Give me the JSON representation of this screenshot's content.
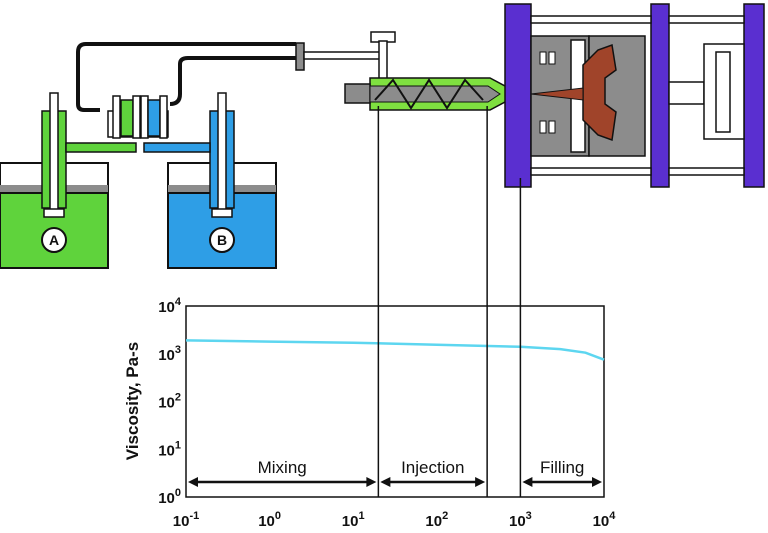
{
  "labels": {
    "tank_a": "A",
    "tank_b": "B",
    "y_axis": "Viscosity, Pa-s",
    "stage_mixing": "Mixing",
    "stage_injection": "Injection",
    "stage_filling": "Filling"
  },
  "chart_data": {
    "type": "line",
    "x_scale": "log",
    "y_scale": "log",
    "xlim": [
      0.1,
      10000
    ],
    "ylim": [
      1,
      10000
    ],
    "x_ticks": [
      {
        "value": 0.1,
        "base": "10",
        "exp": "-1"
      },
      {
        "value": 1,
        "base": "10",
        "exp": "0"
      },
      {
        "value": 10,
        "base": "10",
        "exp": "1"
      },
      {
        "value": 100,
        "base": "10",
        "exp": "2"
      },
      {
        "value": 1000,
        "base": "10",
        "exp": "3"
      },
      {
        "value": 10000,
        "base": "10",
        "exp": "4"
      }
    ],
    "y_ticks": [
      {
        "value": 1,
        "base": "10",
        "exp": "0"
      },
      {
        "value": 10,
        "base": "10",
        "exp": "1"
      },
      {
        "value": 100,
        "base": "10",
        "exp": "2"
      },
      {
        "value": 1000,
        "base": "10",
        "exp": "3"
      },
      {
        "value": 10000,
        "base": "10",
        "exp": "4"
      }
    ],
    "ylabel": "Viscosity, Pa-s",
    "xlabel": "",
    "series": [
      {
        "color": "#5dd6f0",
        "x": [
          0.1,
          1,
          10,
          100,
          1000,
          3000,
          6000,
          10000
        ],
        "y": [
          1900,
          1800,
          1700,
          1550,
          1400,
          1250,
          1050,
          750
        ]
      }
    ],
    "stage_boundaries": [
      20,
      400,
      1000
    ],
    "regions": [
      {
        "name": "Mixing",
        "from": 0.1,
        "to": 20
      },
      {
        "name": "Injection",
        "from": 20,
        "to": 400
      },
      {
        "name": "Filling",
        "from": 1000,
        "to": 10000
      }
    ],
    "grid": false
  },
  "colors": {
    "resin_a": "#5fd33c",
    "resin_b": "#2e9ee6",
    "barrel": "#7fe040",
    "mold_frame": "#5a2fd0",
    "mold_cavity": "#a0442a",
    "gray": "#8c8c8c",
    "viscosity_line": "#5dd6f0"
  }
}
